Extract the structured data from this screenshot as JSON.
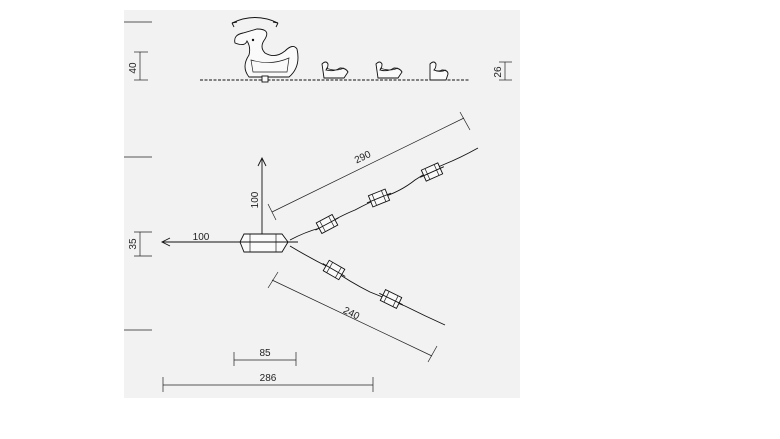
{
  "dimensions": {
    "height_top": "40",
    "height_right": "26",
    "arm_upper_length": "290",
    "arm_lower_length": "240",
    "vertical_arrow": "100",
    "horizontal_arrow": "100",
    "center_height": "35",
    "base_inner": "85",
    "base_total": "286"
  },
  "colors": {
    "panel": "#f2f2f2",
    "ink": "#111111"
  }
}
